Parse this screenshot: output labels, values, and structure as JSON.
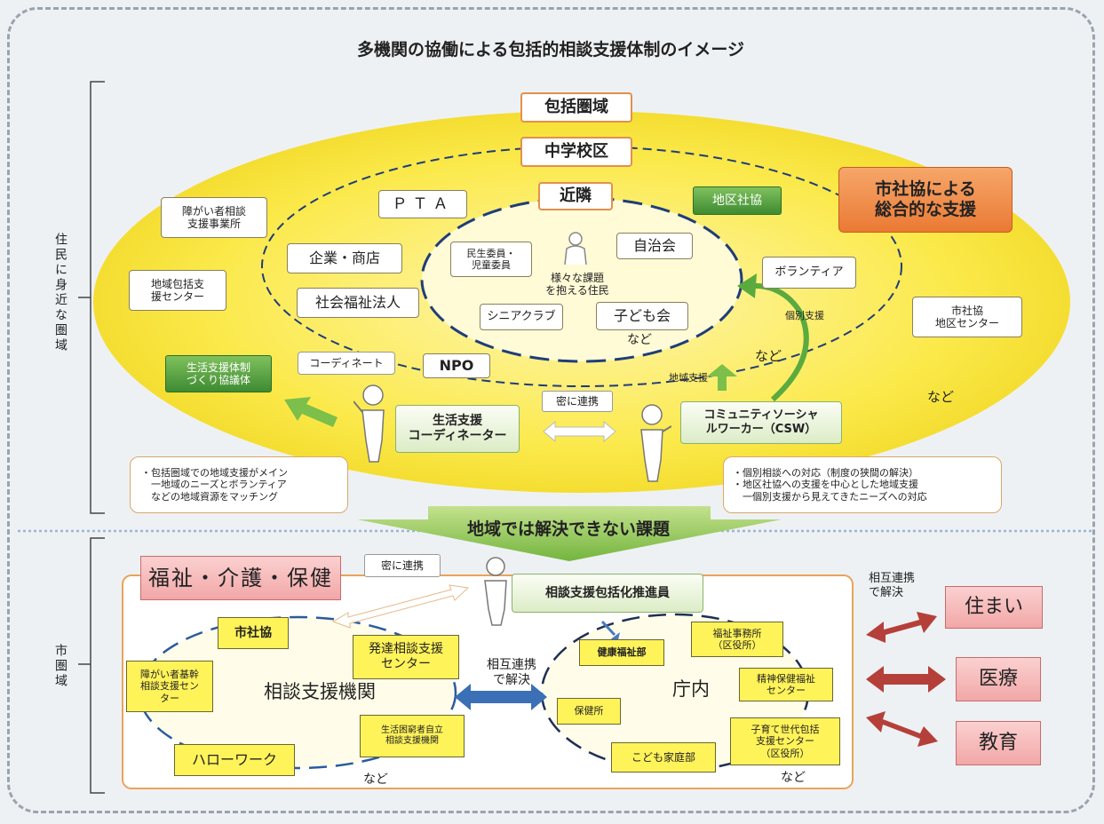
{
  "title": "多機関の協働による包括的相談支援体制のイメージ",
  "side_labels": {
    "upper": "住民に身近な圏域",
    "lower": "市圏域"
  },
  "areas": {
    "hokatsu": "包括圏域",
    "chugakko": "中学校区",
    "kinrin": "近隣"
  },
  "outer_orgs": {
    "shogai": "障がい者相談\n支援事業所",
    "chiiki_hokatsu": "地域包括支\n援センター",
    "shishakyo_center": "市社協\n地区センター",
    "volunteer": "ボランティア",
    "chiku_shakyo": "地区社協"
  },
  "middle_orgs": {
    "pta": "ＰＴＡ",
    "kigyo": "企業・商店",
    "shakai_fukushi": "社会福祉法人",
    "npo": "NPO",
    "jichikai": "自治会"
  },
  "inner_orgs": {
    "minsei": "民生委員・\n児童委員",
    "senior": "シニアクラブ",
    "kodomo": "子ども会",
    "resident": "様々な課題\nを抱える住民"
  },
  "nado": {
    "inner": "など",
    "middle": "など",
    "outer": "など",
    "lower_left": "など",
    "lower_right": "など"
  },
  "shishakyo_support": "市社協による\n総合的な支援",
  "seikatsu_taisei": "生活支援体制\nづくり協議体",
  "coordinate_bubble": "コーディネート",
  "coordinator": "生活支援\nコーディネーター",
  "csw": "コミュニティソーシャ\nルワーカー（CSW）",
  "mitsu_renkei": "密に連携",
  "chiiki_shien": "地域支援",
  "kobetsu_shien": "個別支援",
  "callout_left": "・包括圏域での地域支援がメイン\n　一地域のニーズとボランティア\n　などの地域資源をマッチング",
  "callout_right": "・個別相談への対応（制度の狭間の解決）\n・地区社協への支援を中心とした地域支援\n　一個別支援から見えてきたニーズへの対応",
  "banner": "地域では解決できない課題",
  "lower": {
    "fukushi": "福祉・介護・保健",
    "mitsu_renkei": "密に連携",
    "suishinin": "相談支援包括化推進員",
    "shishakyo": "市社協",
    "hattatsu": "発達相談支援\nセンター",
    "shogaisha_betsu": "障がい者基幹\n相談支援セン\nター",
    "soudan_kikan": "相談支援機関",
    "seikatsu_konkyusha": "生活困窮者自立\n相談支援機関",
    "hello_work": "ハローワーク",
    "sogo_renkei": "相互連携\nで解決",
    "kenko_fukushi": "健康福祉部",
    "fukushi_jimusho": "福祉事務所\n（区役所）",
    "seishin": "精神保健福祉\nセンター",
    "chonai": "庁内",
    "hokenjo": "保健所",
    "kosodate": "子育て世代包括\n支援センター\n（区役所）",
    "kodomo_katei": "こども家庭部",
    "sogo_renkei_right": "相互連携\nで解決",
    "sumai": "住まい",
    "iryo": "医療",
    "kyoiku": "教育"
  },
  "colors": {
    "ellipse": "#fbe94a",
    "green": "#5aaa3f",
    "orange": "#ee8640",
    "banner_green": "#8cc34a",
    "red_arrow": "#b5403a",
    "blue_arrow": "#3b6fb6"
  }
}
